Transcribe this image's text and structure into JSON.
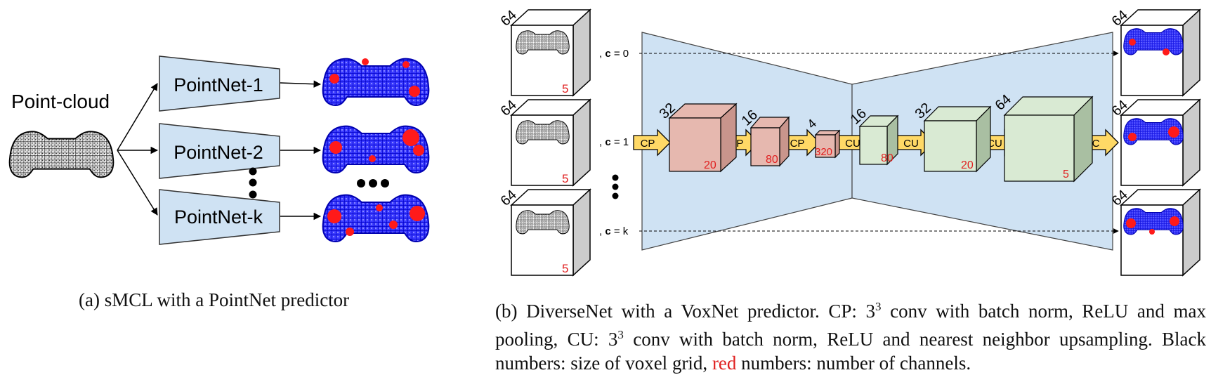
{
  "panel_a": {
    "input_label": "Point-cloud",
    "networks": [
      "PointNet-1",
      "PointNet-2",
      "PointNet-k"
    ],
    "caption": "(a) sMCL with a PointNet predictor"
  },
  "panel_b": {
    "inputs": [
      {
        "grid": "64",
        "channels": "5",
        "cond_prefix": ", ",
        "cond_var": "c",
        "cond_value": " = 0"
      },
      {
        "grid": "64",
        "channels": "5",
        "cond_prefix": ", ",
        "cond_var": "c",
        "cond_value": " = 1"
      },
      {
        "grid": "64",
        "channels": "5",
        "cond_prefix": ", ",
        "cond_var": "c",
        "cond_value": " = k"
      }
    ],
    "encoder_blocks": [
      {
        "grid": "32",
        "channels": "20"
      },
      {
        "grid": "16",
        "channels": "80"
      },
      {
        "grid": "4",
        "channels": "320"
      }
    ],
    "decoder_blocks": [
      {
        "grid": "16",
        "channels": "80"
      },
      {
        "grid": "32",
        "channels": "20"
      },
      {
        "grid": "64",
        "channels": "5"
      }
    ],
    "ops": [
      "CP",
      "CP",
      "CP",
      "CU",
      "CU",
      "CU",
      "C"
    ],
    "outputs": [
      "64",
      "64",
      "64"
    ],
    "caption": {
      "part1": "(b) DiverseNet with a VoxNet predictor. CP: 3",
      "sup1": "3",
      "part2": " conv with batch norm, ReLU and max pooling, CU: 3",
      "sup2": "3",
      "part3": " conv with batch norm, ReLU and nearest neighbor upsampling. Black numbers: size of voxel grid, ",
      "red_word": "red",
      "part4": " numbers: number of channels."
    }
  },
  "colors": {
    "net_fill": "#cfe2f3",
    "encoder_fill": "#e6b8af",
    "decoder_fill": "#d9ead3",
    "op_arrow": "#ffd966",
    "channel_text": "#e02020",
    "point_blue": "#1a1aff",
    "point_red": "#ff1a1a"
  }
}
